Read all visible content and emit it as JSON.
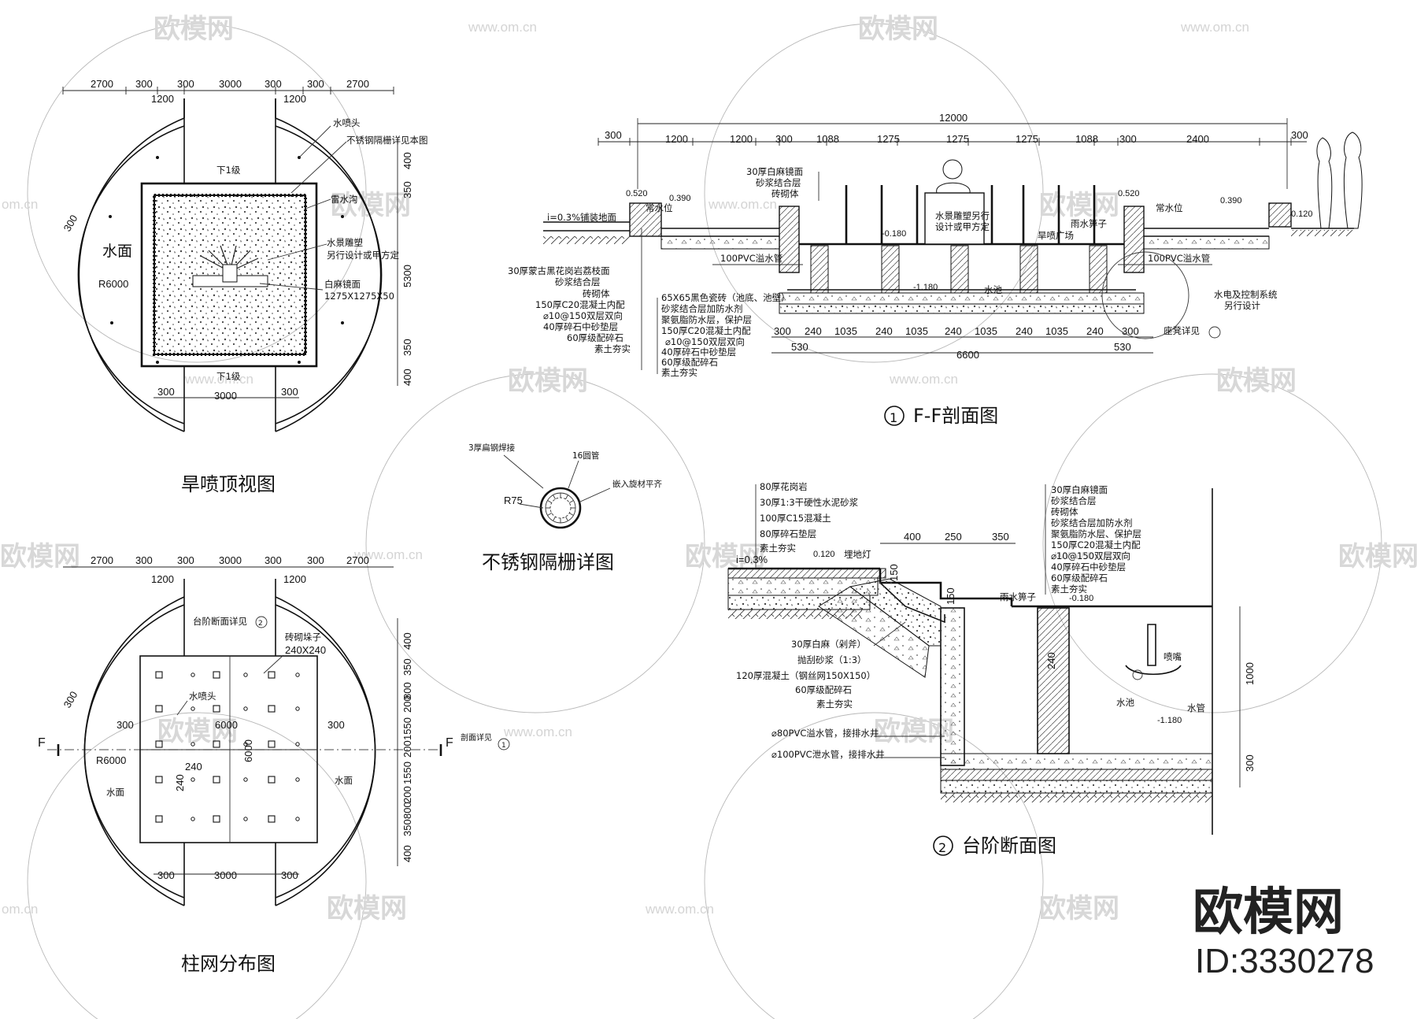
{
  "watermark": {
    "logo_text": "欧模网",
    "url_text": "www.om.cn",
    "url_short": "om.cn"
  },
  "brand": {
    "name": "欧模网",
    "id": "ID:3330278"
  },
  "top_view": {
    "title": "旱喷顶视图",
    "dims_top": [
      "2700",
      "300",
      "300",
      "3000",
      "300",
      "300",
      "2700"
    ],
    "dims_top2": [
      "1200",
      "1200"
    ],
    "dims_right": [
      "400",
      "350",
      "5300",
      "350",
      "400"
    ],
    "dims_bottom": [
      "300",
      "3000",
      "300"
    ],
    "notes": [
      "水喷头",
      "不锈钢隔栅详见本图",
      "雷水沟",
      "水景雕塑",
      "另行设计或甲方定",
      "白麻镜面",
      "1275X1275X50"
    ],
    "labels": {
      "water": "水面",
      "radius": "R6000",
      "r300": "300",
      "step_top": "下1级",
      "step_bottom": "下1级"
    }
  },
  "grid_view": {
    "title": "柱网分布图",
    "dims_top": [
      "2700",
      "300",
      "300",
      "3000",
      "300",
      "300",
      "2700"
    ],
    "dims_top2": [
      "1200",
      "1200"
    ],
    "dims_right": [
      "400",
      "350",
      "800",
      "200",
      "1550",
      "200",
      "1550",
      "200",
      "800",
      "350",
      "400"
    ],
    "dims_bottom": [
      "300",
      "3000",
      "300"
    ],
    "notes": [
      "台阶断面详见",
      "砖砌垛子",
      "240X240",
      "水喷头",
      "剖面详见"
    ],
    "labels": {
      "water_left": "水面",
      "water_right": "水面",
      "radius": "R6000",
      "r300": "300",
      "d6000h": "6000",
      "d6000v": "6000",
      "d240a": "240",
      "d240b": "240",
      "d300l": "300",
      "d300r": "300",
      "cut_left": "F",
      "cut_right": "F",
      "tag2": "2",
      "tag1": "1"
    }
  },
  "grille_detail": {
    "title": "不锈钢隔栅详图",
    "notes": [
      "3厚扁钢焊接",
      "16圆管",
      "嵌入旋材平齐"
    ],
    "radius": "R75"
  },
  "section_ff": {
    "title": "F-F剖面图",
    "tag": "1",
    "total": "12000",
    "dims_top": [
      "300",
      "1200",
      "1200",
      "300",
      "1088",
      "1275",
      "1275",
      "1275",
      "1088",
      "300",
      "2400",
      "300"
    ],
    "dims_bottom": [
      "300",
      "240",
      "1035",
      "240",
      "1035",
      "240",
      "1035",
      "240",
      "1035",
      "240",
      "300"
    ],
    "dims_bottom2": [
      "530",
      "6600",
      "530"
    ],
    "elevations": [
      "0.520",
      "0.390",
      "-0.180",
      "-1.180",
      "0.520",
      "0.390",
      "0.120"
    ],
    "labels_top": [
      "常水位",
      "常水位",
      "i=0.3%铺装地面"
    ],
    "notes_left": [
      "30厚蒙古黑花岗岩荔枝面",
      "砂浆结合层",
      "砖砌体",
      "150厚C20混凝土内配",
      "⌀10@150双层双向",
      "40厚碎石中砂垫层",
      "60厚级配碎石",
      "素土夯实"
    ],
    "notes_top": [
      "30厚白麻镜面",
      "砂浆结合层",
      "砖砌体"
    ],
    "notes_mid": [
      "65X65黑色瓷砖（池底、池壁）",
      "砂浆结合层加防水剂",
      "聚氨脂防水层，保护层",
      "150厚C20混凝土内配",
      "⌀10@150双层双向",
      "40厚碎石中砂垫层",
      "60厚级配碎石",
      "素土夯实"
    ],
    "notes_inner": [
      "水景雕塑另行",
      "设计或甲方定",
      "旱喷广场",
      "雨水箅子",
      "100PVC溢水管",
      "100PVC溢水管",
      "水池"
    ],
    "notes_right": [
      "水电及控制系统",
      "另行设计",
      "座凳详见"
    ]
  },
  "section_steps": {
    "title": "台阶断面图",
    "tag": "2",
    "dims_top": [
      "400",
      "250",
      "350"
    ],
    "dims_side": [
      "150",
      "150"
    ],
    "dims_right": [
      "1000",
      "300"
    ],
    "dim_240": "240",
    "elevations": [
      "0.120",
      "-0.180",
      "-1.180"
    ],
    "slope": "i=0.3%",
    "notes_left": [
      "80厚花岗岩",
      "30厚1:3干硬性水泥砂浆",
      "100厚C15混凝土",
      "80厚碎石垫层",
      "素土夯实"
    ],
    "notes_right": [
      "30厚白麻镜面",
      "砂浆结合层",
      "砖砌体",
      "砂浆结合层加防水剂",
      "聚氨脂防水层、保护层",
      "150厚C20混凝土内配",
      "⌀10@150双层双向",
      "40厚碎石中砂垫层",
      "60厚级配碎石",
      "素土夯实"
    ],
    "notes_mid": [
      "埋地灯",
      "雨水箅子",
      "30厚白麻（剁斧）",
      "抛刮砂浆（1:3）",
      "120厚混凝土（钢丝网150X150）",
      "60厚级配碎石",
      "素土夯实",
      "⌀80PVC溢水管，接排水井",
      "⌀100PVC泄水管，接排水井",
      "喷嘴",
      "水池",
      "水管"
    ]
  }
}
